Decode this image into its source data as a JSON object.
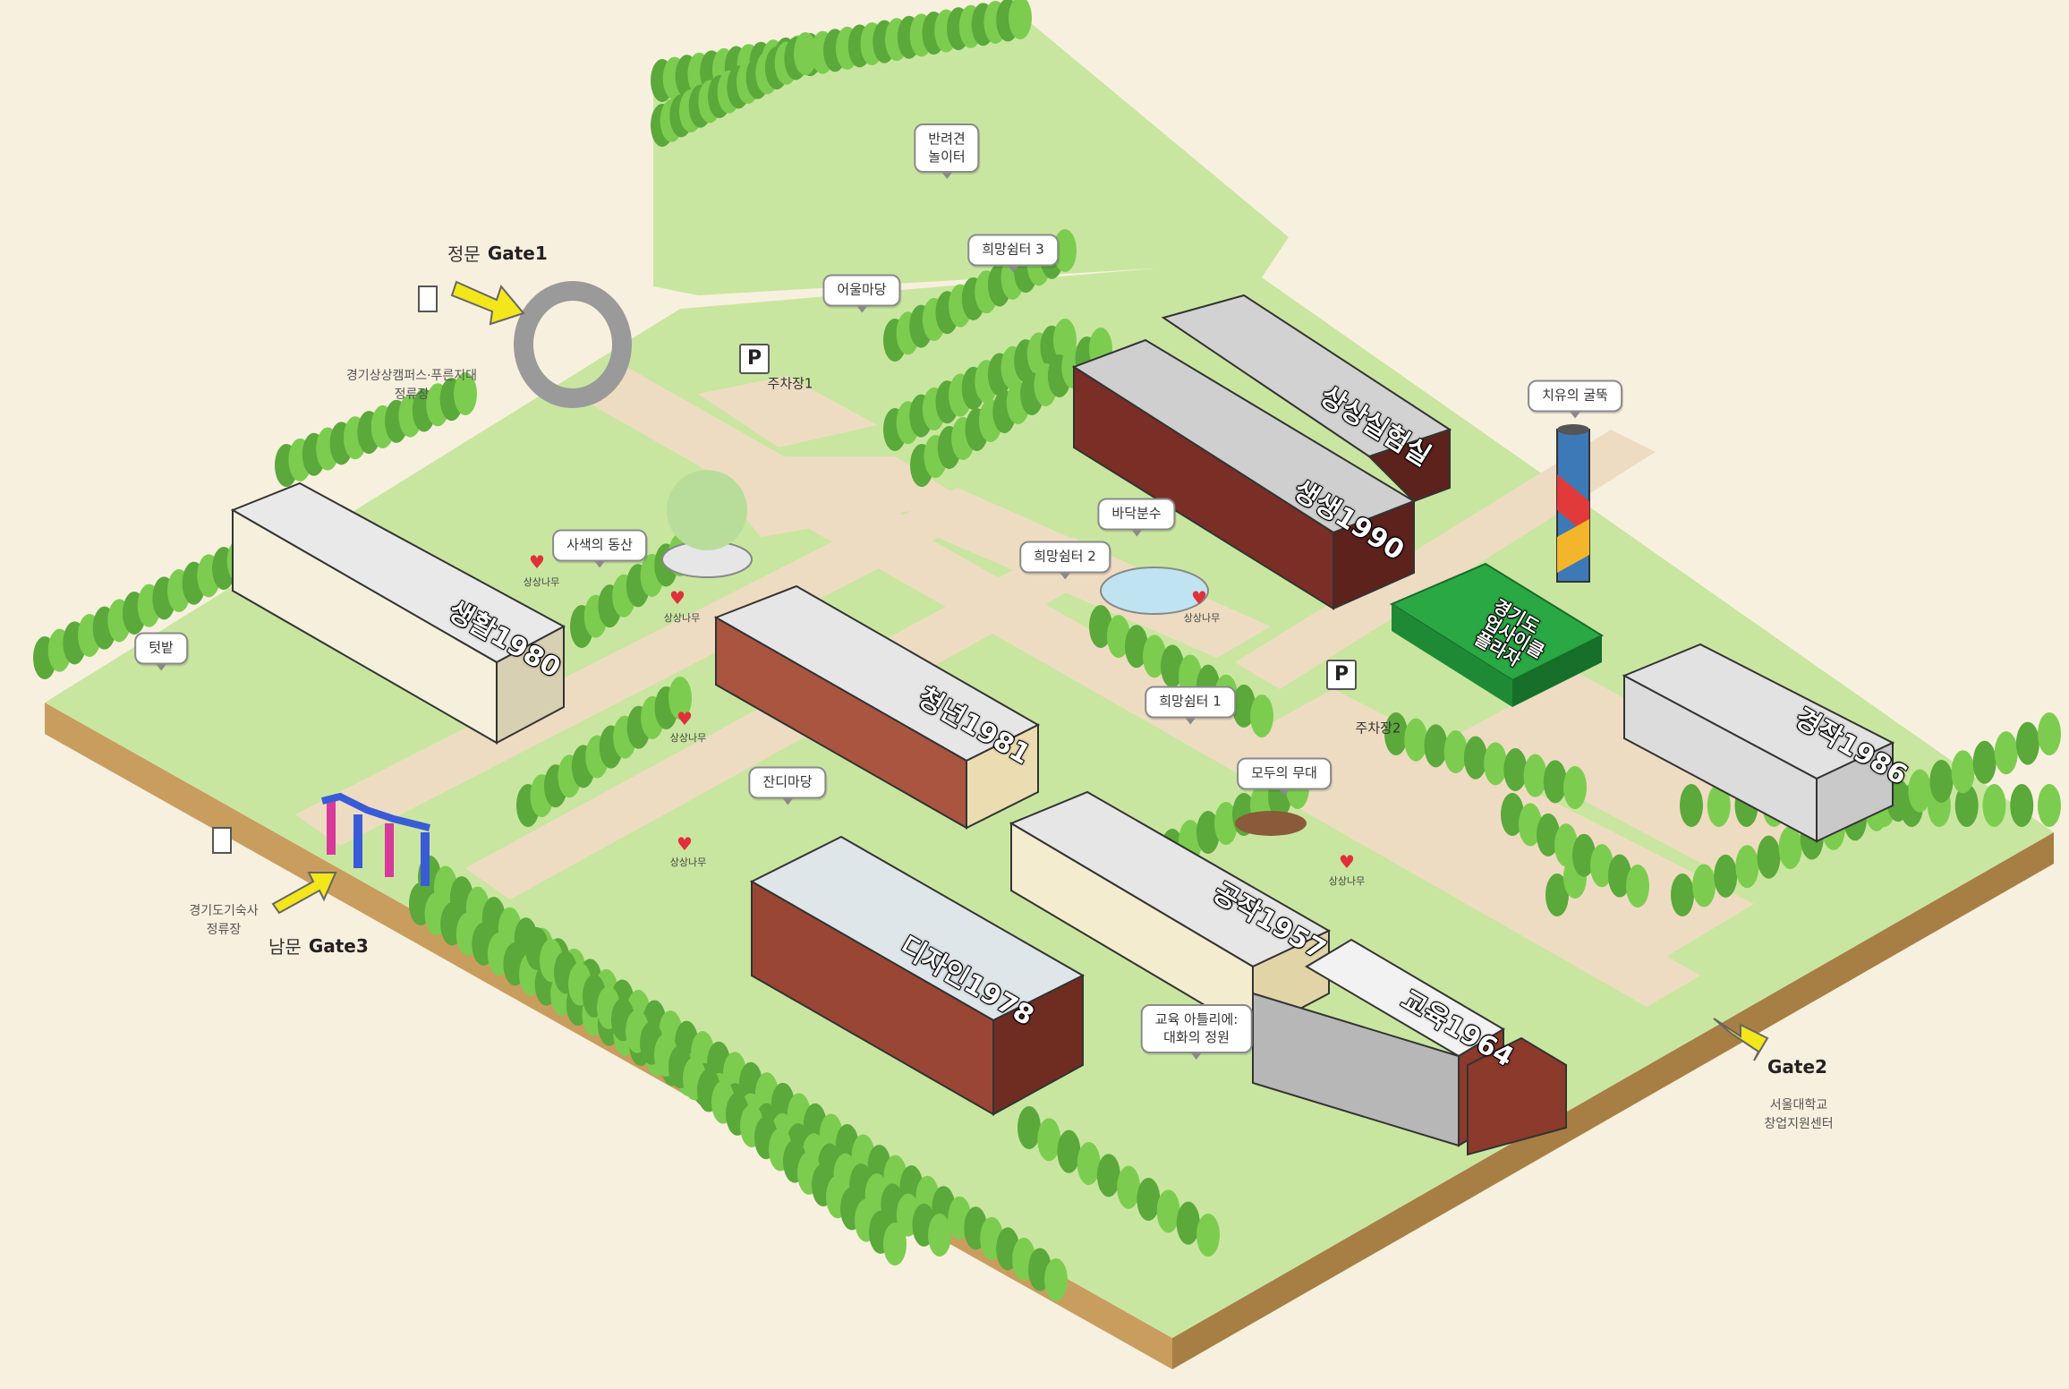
{
  "gates": {
    "gate1": {
      "ko": "정문",
      "en": "Gate1",
      "stop": "경기상상캠퍼스·푸른지대\n정류장"
    },
    "gate2": {
      "en": "Gate2",
      "sub": "서울대학교\n창업지원센터"
    },
    "gate3": {
      "ko": "남문",
      "en": "Gate3",
      "stop": "경기도기숙사\n정류장"
    }
  },
  "buildings": {
    "seongsil1980": "생활1980",
    "cheongnyeon1981": "청년1981",
    "saengsaeng1990": "생생1990",
    "sangsang_ground": "상상실험실",
    "gongjak1957": "공작1957",
    "design1978": "디자인1978",
    "gyoyuk1964": "교육1964",
    "gyeongak1986": "경작1986",
    "playground_green": "경기도\n업사이클\n플라자"
  },
  "callouts": {
    "dog_park": "반려견\n놀이터",
    "hope3": "희망쉼터 3",
    "eoul": "어울마당",
    "parking1": "주차장1",
    "sasaek": "사색의 동산",
    "badak": "바닥분수",
    "hope2": "희망쉼터 2",
    "chimney": "치유의 굴뚝",
    "hope1": "희망쉼터 1",
    "parking2": "주차장2",
    "stage": "모두의 무대",
    "lawn": "잔디마당",
    "garden": "텃밭",
    "edu_atelier": "교육 아틀리에:\n대화의 정원"
  },
  "trees_label": "상상나무",
  "parking_symbol": "P",
  "colors": {
    "ground": "#c9e6a0",
    "ground_dark": "#b4d88a",
    "path": "#eedcc2",
    "tree": "#7ccd4f",
    "tree_dark": "#5aa93a",
    "brick": "#8b3a2c",
    "roof": "#d8d8d8",
    "accent_yellow": "#f3e61a",
    "heart": "#e0303a",
    "green_plaza": "#2aa844"
  },
  "icons": [
    "bus-stop-icon",
    "parking-icon",
    "arrow-icon",
    "heart-icon",
    "tree-icon"
  ]
}
